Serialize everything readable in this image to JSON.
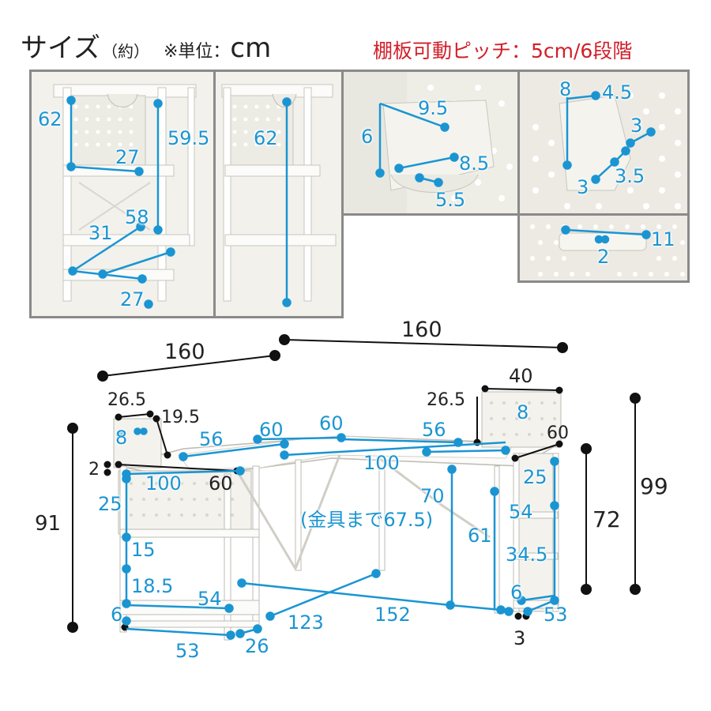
{
  "header": {
    "title": "サイズ",
    "title_paren": "（約）",
    "unit": "※単位：",
    "unit_cm": "cm",
    "pitch": "棚板可動ピッチ：5cm/6段階"
  },
  "panels": {
    "shelf_left": {
      "h_top": "62",
      "h_side": "59.5",
      "d_mid": "27",
      "w_bottom": "58",
      "d_bottom": "31",
      "d_base": "27"
    },
    "shelf_right": {
      "h": "62"
    },
    "hook_tray": {
      "h": "6",
      "w": "9.5",
      "d1": "8.5",
      "d2": "5.5"
    },
    "cup_holder": {
      "h": "8",
      "w": "4.5",
      "r": "3",
      "b1": "3",
      "b2": "3.5"
    },
    "hanger": {
      "w": "11",
      "h": "2"
    }
  },
  "main": {
    "top_left_len": "160",
    "top_right_len": "160",
    "left_panel_w": "26.5",
    "left_panel_d": "19.5",
    "left_panel_h": "8",
    "left_panel_gap": "2",
    "left_depth_60": "60",
    "left_length_56": "56",
    "mid_depth_60": "60",
    "left_width_100": "100",
    "left_height_total": "91",
    "left_front_60": "60",
    "left_h_25": "25",
    "left_h_15": "15",
    "left_h_18_5": "18.5",
    "left_h_6": "6",
    "left_w_54": "54",
    "left_w_53": "53",
    "left_d_26": "26",
    "diag_123": "123",
    "width_152": "152",
    "height_70": "70",
    "height_67_5": "(金具まで67.5)",
    "height_61": "61",
    "right_100": "100",
    "right_56": "56",
    "right_panel_w": "40",
    "right_panel_h": "8",
    "right_panel_d": "26.5",
    "right_60": "60",
    "right_25": "25",
    "right_54": "54",
    "right_34_5": "34.5",
    "right_6": "6",
    "right_53": "53",
    "right_3": "3",
    "height_72": "72",
    "height_99": "99"
  }
}
